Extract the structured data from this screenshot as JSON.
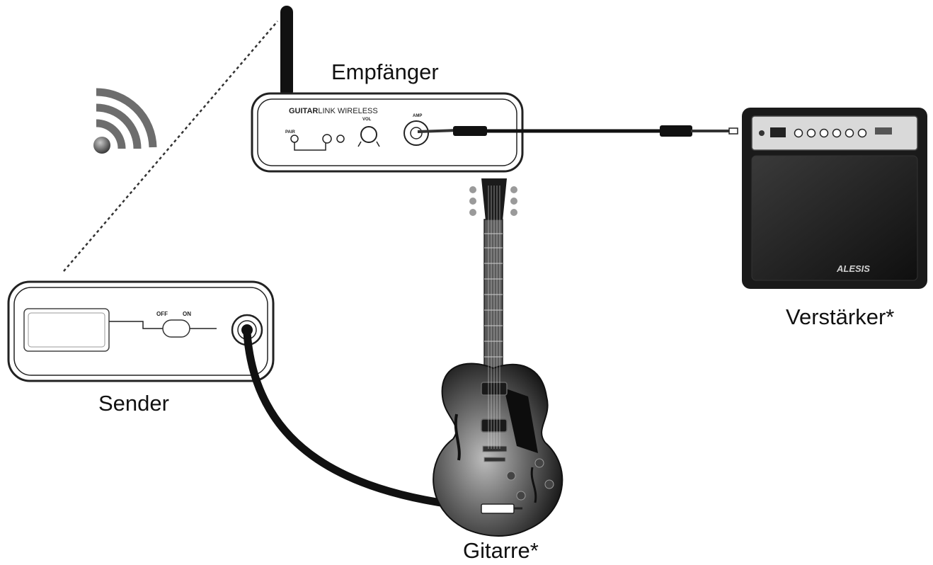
{
  "labels": {
    "receiver": "Empfänger",
    "amplifier": "Verstärker*",
    "sender": "Sender",
    "guitar": "Gitarre*"
  },
  "receiver": {
    "brand_bold": "GUITAR",
    "brand_rest": "LINK WIRELESS",
    "pair": "PAIR",
    "vol": "VOL",
    "amp": "AMP"
  },
  "sender": {
    "off": "OFF",
    "on": "ON"
  },
  "amplifier": {
    "brand": "ALESIS"
  },
  "icons": [
    "wifi-icon",
    "antenna",
    "guitar-cable",
    "instrument-cable"
  ]
}
